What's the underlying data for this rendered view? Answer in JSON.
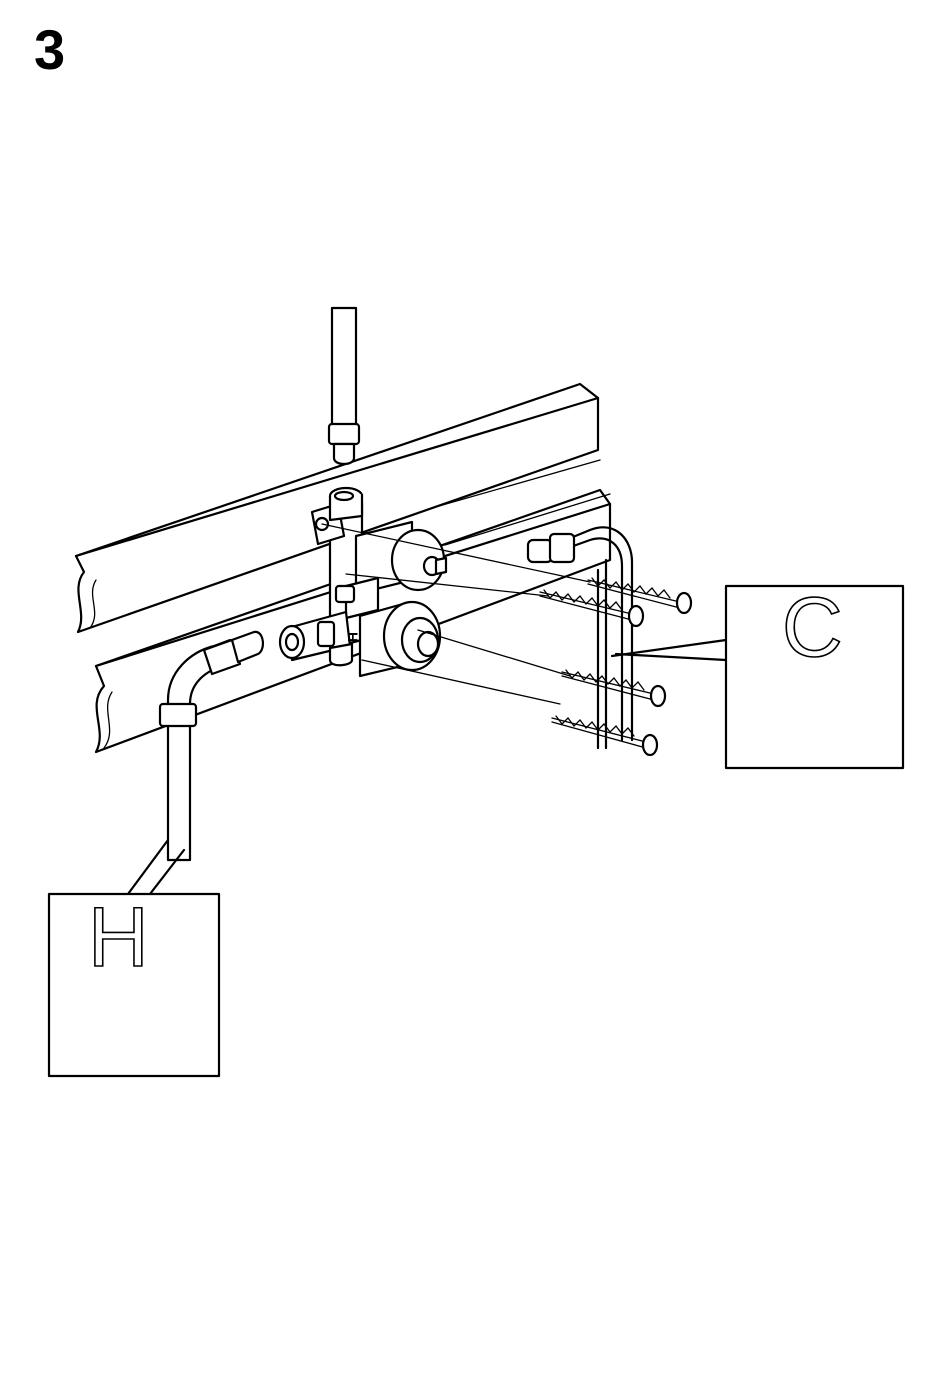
{
  "step": {
    "number": "3"
  },
  "callouts": {
    "cold": {
      "letter": "C"
    },
    "hot": {
      "letter": "H"
    }
  }
}
